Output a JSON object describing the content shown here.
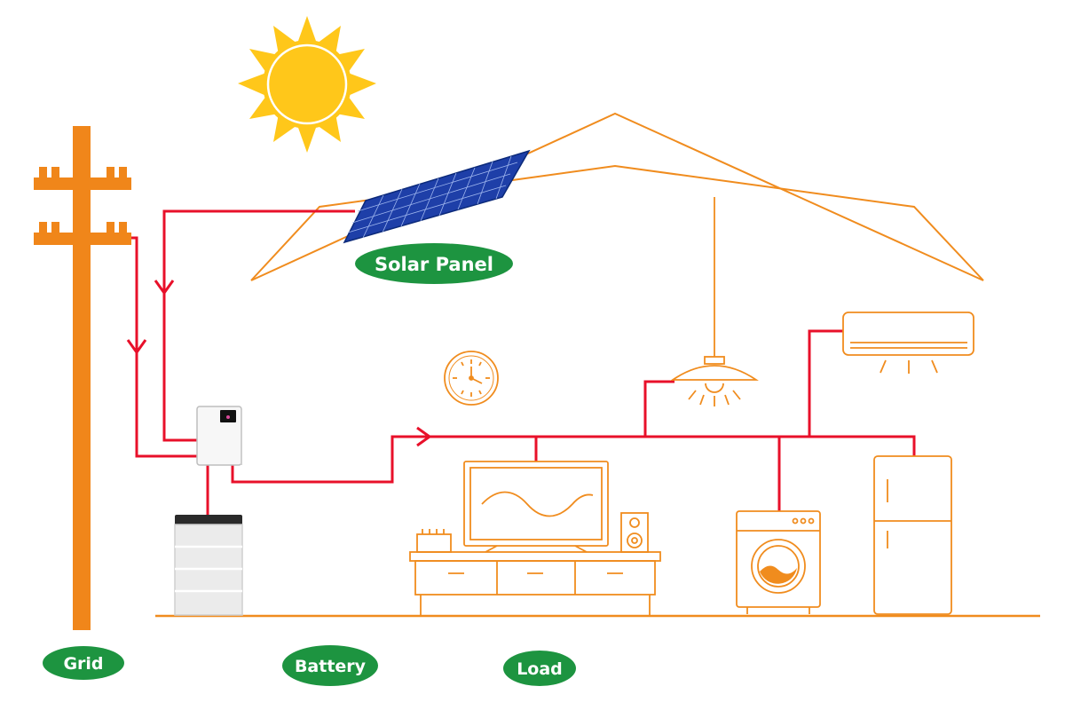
{
  "labels": {
    "solar_panel": "Solar Panel",
    "grid": "Grid",
    "battery": "Battery",
    "load": "Load"
  },
  "colors": {
    "outline_orange": "#f08c1e",
    "pole_orange": "#f0861a",
    "wire_red": "#e8102a",
    "label_green": "#1d9440",
    "sun_yellow": "#ffc71a",
    "panel_blue": "#1e3fa8",
    "inverter_screen": "#111111",
    "battery_grey": "#ebebeb"
  },
  "icons": {
    "sun": "sun-icon",
    "utility_pole": "utility-pole-icon",
    "solar_panel": "solar-panel-icon",
    "inverter": "inverter-icon",
    "battery": "battery-stack-icon",
    "clock": "wall-clock-icon",
    "lamp": "pendant-lamp-icon",
    "air_conditioner": "air-conditioner-icon",
    "television": "television-icon",
    "speaker": "speaker-icon",
    "washing_machine": "washing-machine-icon",
    "refrigerator": "refrigerator-icon"
  }
}
